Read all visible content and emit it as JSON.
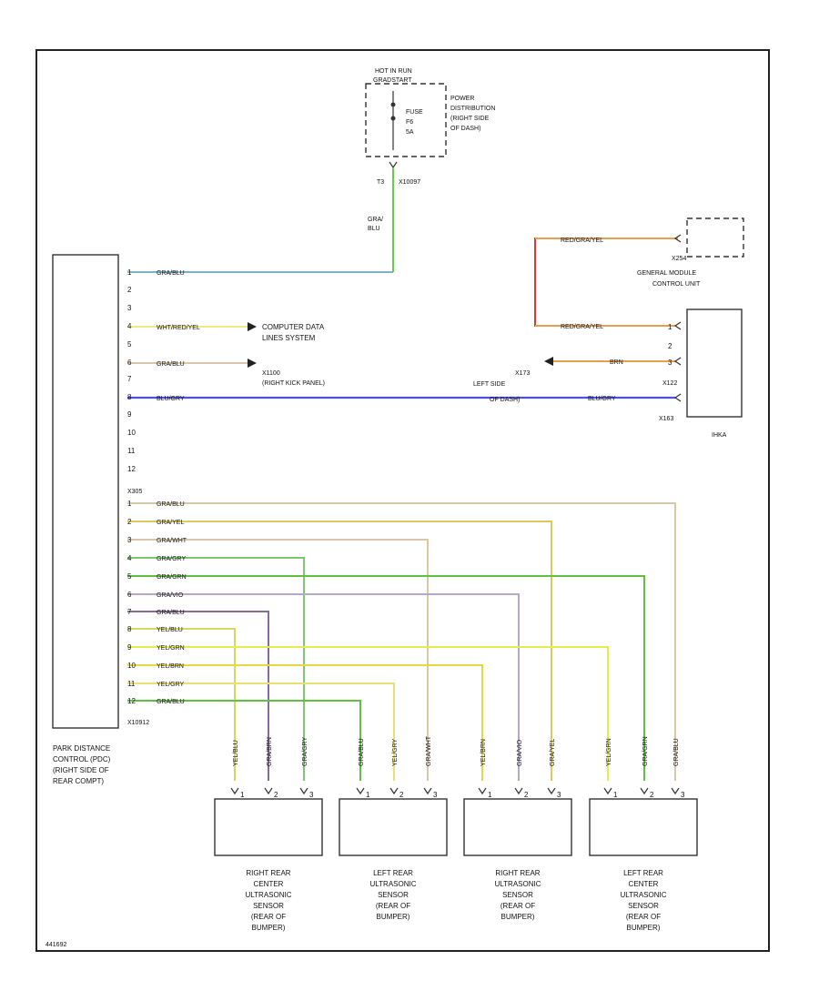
{
  "colors": {
    "gra_blu": "#7fb0c8",
    "gra_yel": "#e0c860",
    "gra_wht": "#d8c8a8",
    "gra_gry": "#7cc870",
    "gra_grn": "#60c040",
    "gra_vio": "#b8a8c8",
    "gra_brn": "#8a6a9a",
    "yel_blu": "#d8d860",
    "yel_grn": "#e6ec4a",
    "yel_brn": "#e8d840",
    "yel_gry": "#e8e070",
    "grn": "#60d040",
    "red": "#e83030",
    "brn": "#e8a050",
    "blu_gry": "#5050e0",
    "wht_red": "#f0e880"
  },
  "power": {
    "header_line1": "HOT IN RUN",
    "header_line2": "GRADSTART",
    "fuse_line1": "FUSE",
    "fuse_line2": "F6",
    "fuse_line3": "5A",
    "pd_line1": "POWER",
    "pd_line2": "DISTRIBUTION",
    "pd_line3": "(RIGHT SIDE",
    "pd_line4": "OF DASH)",
    "pin_label": "T3",
    "connector": "X10097",
    "wire_line1": "GRA/",
    "wire_line2": "BLU"
  },
  "pdc": {
    "connector_top": "X305",
    "connector_bottom": "X10912",
    "name_line1": "PARK DISTANCE",
    "name_line2": "CONTROL (PDC)",
    "name_line3": "(RIGHT SIDE OF",
    "name_line4": "REAR COMPT)",
    "upper_pins": [
      "1",
      "2",
      "3",
      "4",
      "5",
      "6",
      "7",
      "8",
      "9",
      "10",
      "11",
      "12"
    ],
    "lower_pins": [
      "1",
      "2",
      "3",
      "4",
      "5",
      "6",
      "7",
      "8",
      "9",
      "10",
      "11",
      "12"
    ],
    "upper_wires": {
      "pin1": "GRA/BLU",
      "pin4": "WHT/RED/YEL",
      "pin6": "GRA/BLU",
      "pin8": "BLU/GRY"
    },
    "lower_wires": [
      "GRA/BLU",
      "GRA/YEL",
      "GRA/WHT",
      "GRA/GRY",
      "GRA/GRN",
      "GRA/VIO",
      "GRA/BLU",
      "YEL/BLU",
      "YEL/GRN",
      "YEL/BRN",
      "YEL/GRY",
      "GRA/BLU"
    ]
  },
  "refs": {
    "cds_line1": "COMPUTER DATA",
    "cds_line2": "LINES SYSTEM",
    "splice1_line1": "X1100",
    "splice1_line2": "(RIGHT KICK PANEL)",
    "splice2_line1": "X173",
    "splice2_line2": "LEFT SIDE",
    "splice2_line3": "OF DASH)"
  },
  "gm": {
    "connector": "X254",
    "name_line1": "GENERAL MODULE",
    "name_line2": "CONTROL UNIT",
    "wire_top": "RED/GRA/YEL",
    "wire_bottom": "RED/GRA/YEL"
  },
  "ihka": {
    "name": "IHKA",
    "pins": [
      "1",
      "2",
      "3"
    ],
    "connector_mid": "X122",
    "connector_bottom": "X163",
    "wire_brn": "BRN",
    "wire_blu": "BLU/GRY"
  },
  "sensors": [
    {
      "line1": "RIGHT REAR",
      "line2": "CENTER",
      "line3": "ULTRASONIC",
      "line4": "SENSOR",
      "line5": "(REAR OF",
      "line6": "BUMPER)",
      "w1": "YEL/BLU",
      "w2": "GRA/BRN",
      "w3": "GRA/GRY",
      "pin1": "1",
      "pin2": "2",
      "pin3": "3"
    },
    {
      "line1": "LEFT REAR",
      "line2": "ULTRASONIC",
      "line3": "SENSOR",
      "line4": "(REAR OF",
      "line5": "BUMPER)",
      "line6": "",
      "w1": "GRA/BLU",
      "w2": "YEL/GRY",
      "w3": "GRA/WHT",
      "pin1": "1",
      "pin2": "2",
      "pin3": "3"
    },
    {
      "line1": "RIGHT REAR",
      "line2": "ULTRASONIC",
      "line3": "SENSOR",
      "line4": "(REAR OF",
      "line5": "BUMPER)",
      "line6": "",
      "w1": "YEL/BRN",
      "w2": "GRA/VIO",
      "w3": "GRA/YEL",
      "pin1": "1",
      "pin2": "2",
      "pin3": "3"
    },
    {
      "line1": "LEFT REAR",
      "line2": "CENTER",
      "line3": "ULTRASONIC",
      "line4": "SENSOR",
      "line5": "(REAR OF",
      "line6": "BUMPER)",
      "w1": "YEL/GRN",
      "w2": "GRA/GRN",
      "w3": "GRA/BLU",
      "pin1": "1",
      "pin2": "2",
      "pin3": "3"
    }
  ],
  "footer": {
    "code": "441692"
  }
}
